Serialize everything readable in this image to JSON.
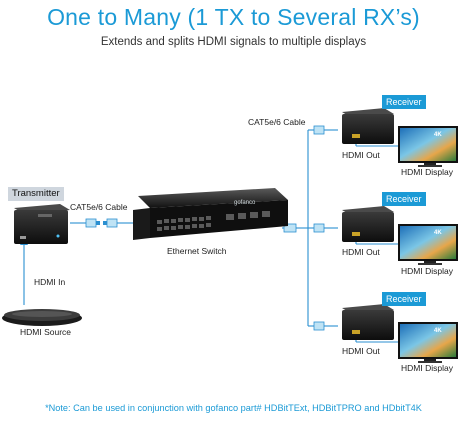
{
  "title": "One to Many (1 TX to Several RX’s)",
  "subtitle": "Extends and splits HDMI signals to multiple displays",
  "transmitter": {
    "tag": "Transmitter",
    "cable_label": "CAT5e/6 Cable",
    "hdmi_in": "HDMI In",
    "source_label": "HDMI Source"
  },
  "switch": {
    "label": "Ethernet Switch",
    "brand": "gofanco"
  },
  "right_cable_label": "CAT5e/6 Cable",
  "receivers": [
    {
      "tag": "Receiver",
      "hdmi_out": "HDMI Out",
      "display_label": "HDMI Display"
    },
    {
      "tag": "Receiver",
      "hdmi_out": "HDMI Out",
      "display_label": "HDMI Display"
    },
    {
      "tag": "Receiver",
      "hdmi_out": "HDMI Out",
      "display_label": "HDMI Display"
    }
  ],
  "display_badge": "4K",
  "footnote": "*Note: Can be used in conjunction with gofanco part# HDBitTExt, HDBitTPRO and HDbitT4K",
  "colors": {
    "accent": "#1b9ad6",
    "line": "#2b8fd0",
    "tag_tx": "#cfd6de"
  }
}
